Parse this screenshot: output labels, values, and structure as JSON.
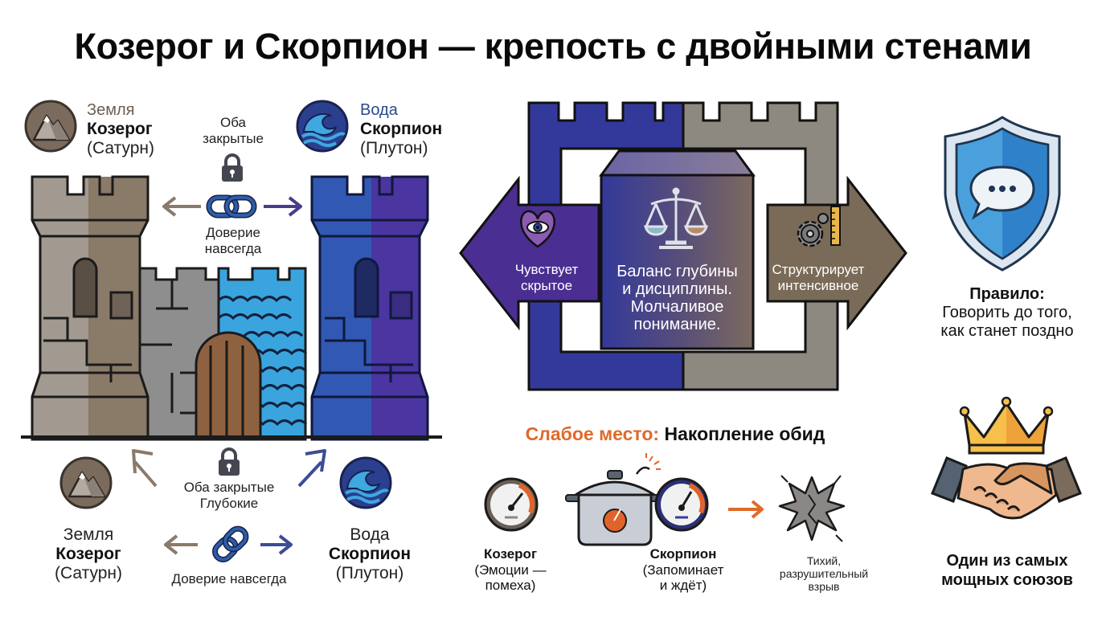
{
  "title": "Козерог и Скорпион — крепость с двойными стенами",
  "top_left": {
    "capricorn": {
      "element": "Земля",
      "name": "Козерог",
      "planet": "(Сатурн)",
      "icon": "mountain-icon"
    },
    "scorpio": {
      "element": "Вода",
      "name": "Скорпион",
      "planet": "(Плутон)",
      "icon": "wave-icon"
    },
    "closed_line1": "Оба",
    "closed_line2": "закрытые",
    "trust_line1": "Доверие",
    "trust_line2": "навсегда"
  },
  "bottom_left": {
    "capricorn": {
      "element": "Земля",
      "name": "Козерог",
      "planet": "(Сатурн)"
    },
    "scorpio": {
      "element": "Вода",
      "name": "Скорпион",
      "planet": "(Плутон)"
    },
    "closed_line1": "Оба закрытые",
    "closed_line2": "Глубокие",
    "trust": "Доверие навсегда"
  },
  "center": {
    "left_arrow_line1": "Чувствует",
    "left_arrow_line2": "скрытое",
    "box_line1": "Баланс глубины",
    "box_line2": "и дисциплины.",
    "box_line3": "Молчаливое",
    "box_line4": "понимание.",
    "right_arrow_line1": "Структурирует",
    "right_arrow_line2": "интенсивное"
  },
  "weak_point": {
    "label": "Слабое место:",
    "value": "Накопление обид",
    "capricorn_name": "Козерог",
    "capricorn_line1": "(Эмоции —",
    "capricorn_line2": "помеха)",
    "scorpio_name": "Скорпион",
    "scorpio_line1": "(Запоминает",
    "scorpio_line2": "и ждёт)",
    "result_line1": "Тихий,",
    "result_line2": "разрушительный",
    "result_line3": "взрыв"
  },
  "rule": {
    "title": "Правило:",
    "line1": "Говорить до того,",
    "line2": "как станет поздно"
  },
  "alliance": {
    "line1": "Один из самых",
    "line2": "мощных союзов"
  },
  "colors": {
    "earth": "#7a6b5c",
    "water": "#2b3f8f",
    "scorpio_purple": "#4a3690",
    "accent_orange": "#e06a2a",
    "shield_blue": "#2f82c9",
    "crown_gold": "#f3b33d"
  }
}
